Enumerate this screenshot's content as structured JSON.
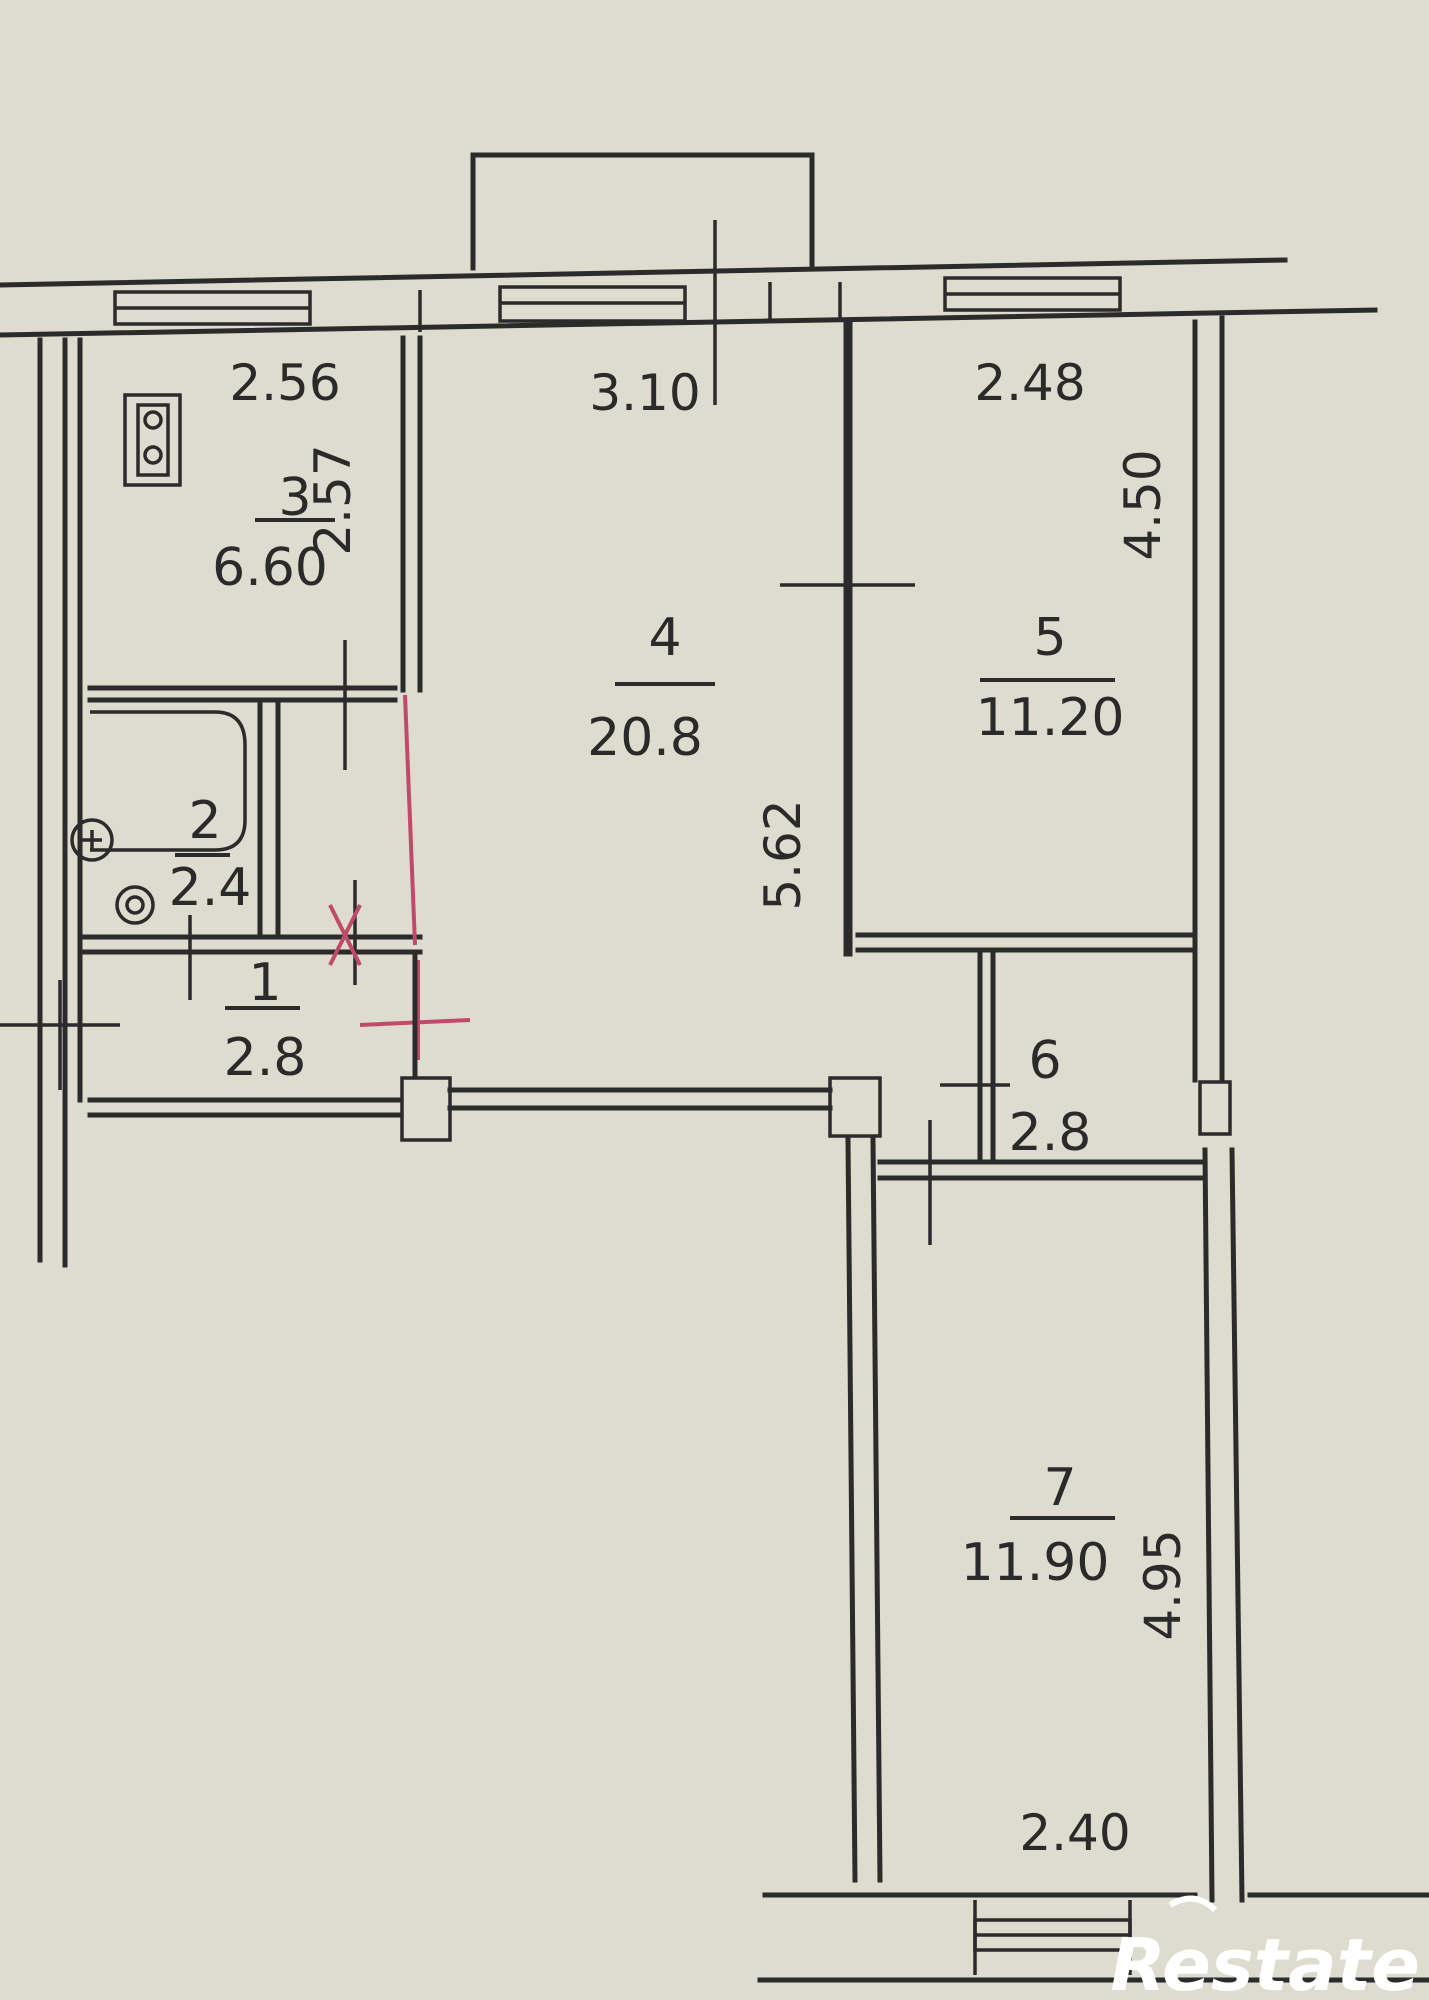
{
  "rooms": [
    {
      "number": "3",
      "area": "6.60"
    },
    {
      "number": "4",
      "area": "20.8"
    },
    {
      "number": "5",
      "area": "11.20"
    },
    {
      "number": "2",
      "area": "2.4"
    },
    {
      "number": "1",
      "area": "2.8"
    },
    {
      "number": "6",
      "area": "2.8"
    },
    {
      "number": "7",
      "area": "11.90"
    }
  ],
  "dimensions": {
    "room3_width": "2.56",
    "room3_length": "2.57",
    "room4_width": "3.10",
    "room4_length": "5.62",
    "room5_width": "2.48",
    "room5_length": "4.50",
    "room7_width": "2.40",
    "room7_length": "4.95"
  },
  "watermark": "Restate",
  "colors": {
    "paper": "#dedbcf",
    "ink": "#2b2b2b",
    "correction": "#c04a6a",
    "watermark": "#ffffff"
  }
}
